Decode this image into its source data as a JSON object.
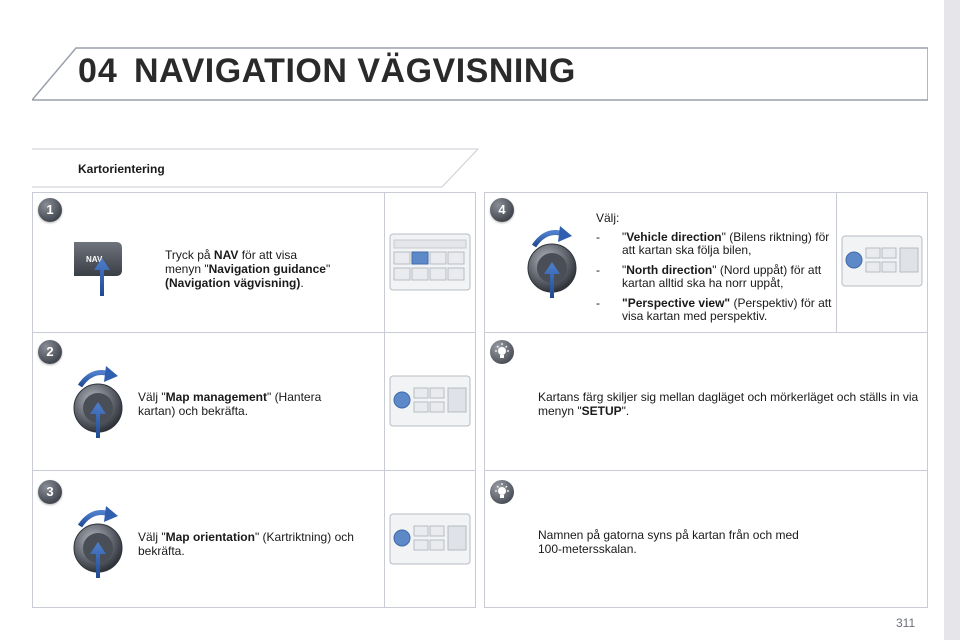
{
  "header": {
    "chapter_number": "04",
    "chapter_title": "NAVIGATION VÄGVISNING"
  },
  "section": {
    "label": "Kartorientering"
  },
  "steps": [
    {
      "number": "1",
      "icon": "nav-button-icon",
      "text_1": "Tryck på ",
      "bold_1": "NAV",
      "text_2": " för att visa",
      "text_3": "menyn \"",
      "bold_2": "Navigation guidance",
      "text_4": "\"",
      "bold_3": "(Navigation vägvisning)",
      "text_5": "."
    },
    {
      "number": "2",
      "icon": "rotary-knob-icon",
      "text_1": "Välj \"",
      "bold_1": "Map management",
      "text_2": "\" (Hantera",
      "text_3": "kartan) och bekräfta."
    },
    {
      "number": "3",
      "icon": "rotary-knob-icon",
      "text_1": "Välj \"",
      "bold_1": "Map orientation",
      "text_2": "\" (Kartriktning) och",
      "text_3": "bekräfta."
    },
    {
      "number": "4",
      "icon": "rotary-knob-icon",
      "head": "Välj:",
      "options": [
        {
          "dash": "-",
          "q1": "\"",
          "bold": "Vehicle direction",
          "rest": "\" (Bilens riktning) för att kartan ska följa bilen,"
        },
        {
          "dash": "-",
          "q1": "\"",
          "bold": "North direction",
          "rest": "\" (Nord uppåt) för att kartan alltid ska ha norr uppåt,"
        },
        {
          "dash": "-",
          "q1": "",
          "bold": "\"Perspective view\"",
          "rest": " (Perspektiv) för att visa kartan med perspektiv."
        }
      ]
    }
  ],
  "tips": [
    {
      "icon": "lightbulb-icon",
      "text_1": "Kartans färg skiljer sig mellan dagläget och mörkerläget och ställs in via menyn \"",
      "bold": "SETUP",
      "text_2": "\"."
    },
    {
      "icon": "lightbulb-icon",
      "text_1": "Namnen på gatorna syns på kartan från och med",
      "text_2": "100-metersskalan."
    }
  ],
  "device_illustration": {
    "nav_key_label": "NAV"
  },
  "page_number": "311",
  "colors": {
    "arrow_blue": "#2f5fae",
    "border": "#c9ccd4",
    "knob_dark": "#3f434b"
  }
}
